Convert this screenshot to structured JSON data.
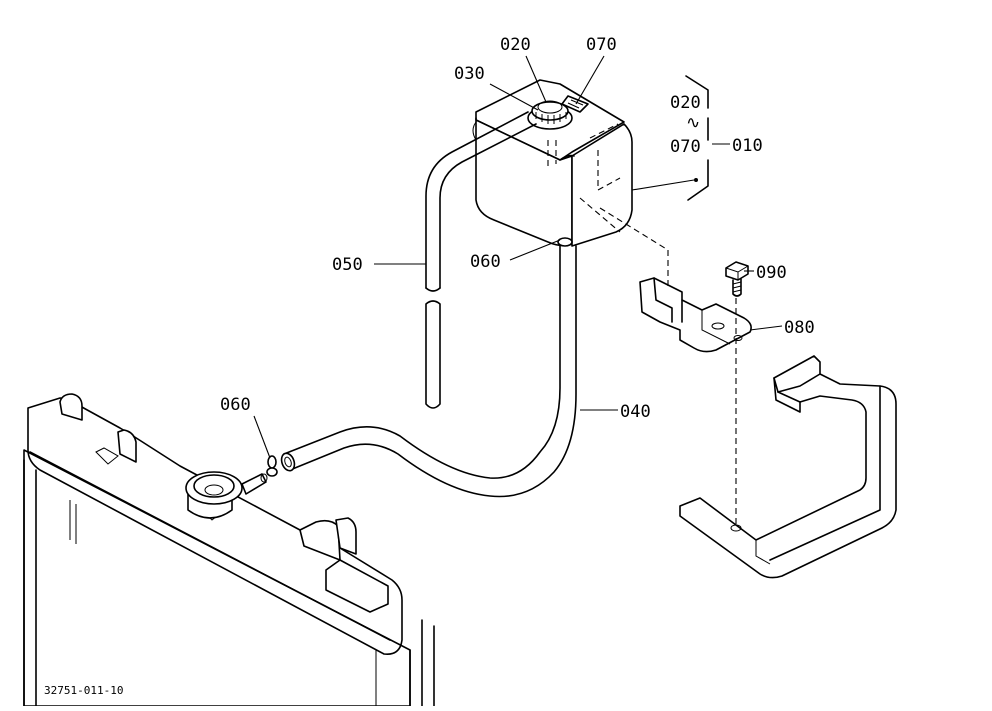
{
  "callouts": {
    "c020_top": "020",
    "c070_top": "070",
    "c030": "030",
    "c050": "050",
    "c060_tank": "060",
    "c060_radiator": "060",
    "c040": "040",
    "c090": "090",
    "c080": "080",
    "range_from": "020",
    "range_sep": "∿",
    "range_to": "070",
    "assembly": "010"
  },
  "figure_code": "32751-011-10"
}
